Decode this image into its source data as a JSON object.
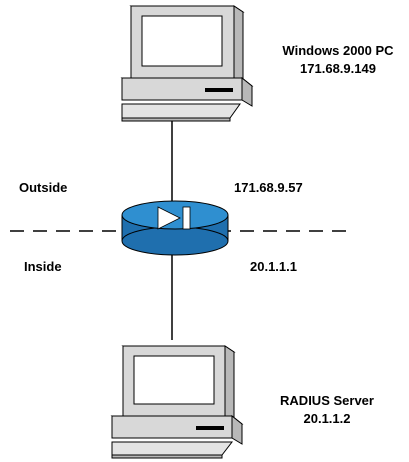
{
  "top_host": {
    "name": "Windows 2000 PC",
    "ip": "171.68.9.149"
  },
  "zones": {
    "outside": "Outside",
    "inside": "Inside"
  },
  "router": {
    "outside_ip": "171.68.9.57",
    "inside_ip": "20.1.1.1"
  },
  "bottom_host": {
    "name": "RADIUS Server",
    "ip": "20.1.1.2"
  },
  "colors": {
    "router": "#2f8fd0",
    "router_dark": "#1f6fae",
    "pc_body": "#d8d8d8",
    "screen": "#ffffff"
  }
}
